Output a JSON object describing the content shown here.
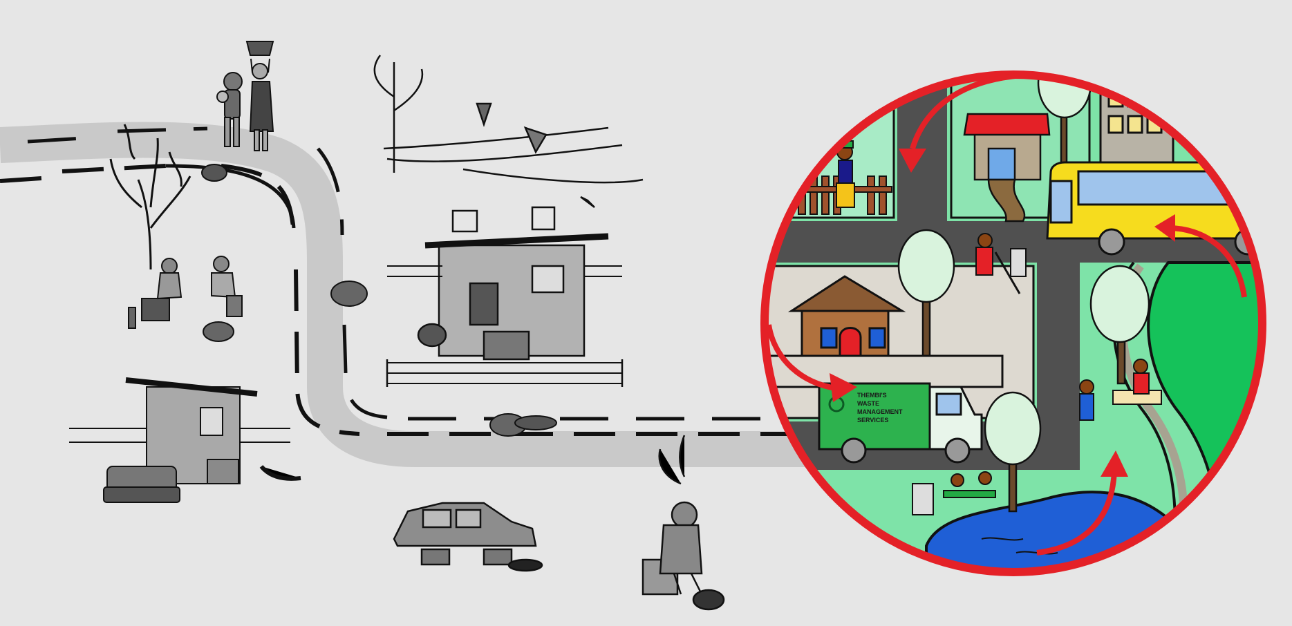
{
  "illustration": {
    "description_type": "illustration",
    "colors": {
      "background": "#e6e6e6",
      "road_grey": "#c9c9c9",
      "circle_ring": "#e42127",
      "grass_green": "#7ee3a8",
      "park_green": "#15c25a",
      "city_road": "#505050",
      "bus_yellow": "#f6dc1e",
      "water_blue": "#1f5fd6",
      "truck_green": "#2db24e"
    },
    "truck_sign": {
      "line1": "THEMBI'S",
      "line2": "WASTE",
      "line3": "MANAGEMENT",
      "line4": "SERVICES"
    }
  }
}
